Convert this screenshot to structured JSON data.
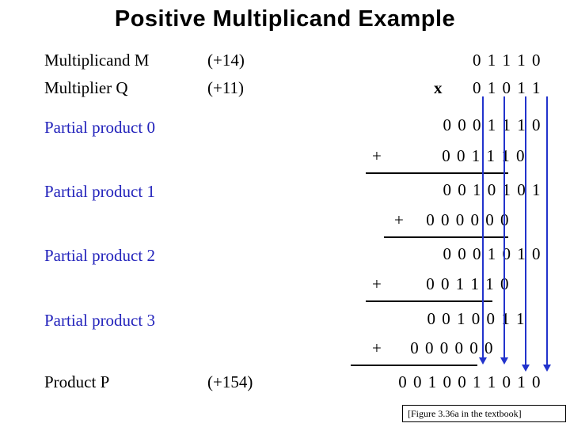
{
  "slide": {
    "title": "Positive Multiplicand  Example",
    "footnote": "[Figure 3.36a in the textbook]"
  },
  "rows": [
    {
      "label": "Multiplicand M",
      "paren": "(+14)",
      "bits": "0 1 1 1 0",
      "operator": ""
    },
    {
      "label": "Multiplier Q",
      "paren": "(+11)",
      "bits": "0 1 0 1 1",
      "operator": "x"
    },
    {
      "label": "Partial product 0",
      "paren": "",
      "bits": "0 0 0 1 1 1 0",
      "operator": ""
    },
    {
      "label": "",
      "paren": "",
      "bits": "0 0 1 1 1 0",
      "operator": "+"
    },
    {
      "label": "Partial product 1",
      "paren": "",
      "bits": "0 0 1 0 1 0 1",
      "operator": ""
    },
    {
      "label": "",
      "paren": "",
      "bits": "0 0 0 0 0 0",
      "operator": "+"
    },
    {
      "label": "Partial product 2",
      "paren": "",
      "bits": "0 0 0 1 0 1 0",
      "operator": ""
    },
    {
      "label": "",
      "paren": "",
      "bits": "0 0 1 1 1 0",
      "operator": "+"
    },
    {
      "label": "Partial product 3",
      "paren": "",
      "bits": "0 0 1 0 0 1 1",
      "operator": ""
    },
    {
      "label": "",
      "paren": "",
      "bits": "0 0 0 0 0 0",
      "operator": "+"
    },
    {
      "label": "Product P",
      "paren": "(+154)",
      "bits": "0 0 1 0 0 1 1 0 1 0",
      "operator": ""
    }
  ],
  "colors": {
    "label_blue": "#2222bb",
    "arrow_blue": "#2233cc",
    "text_black": "#000000"
  }
}
